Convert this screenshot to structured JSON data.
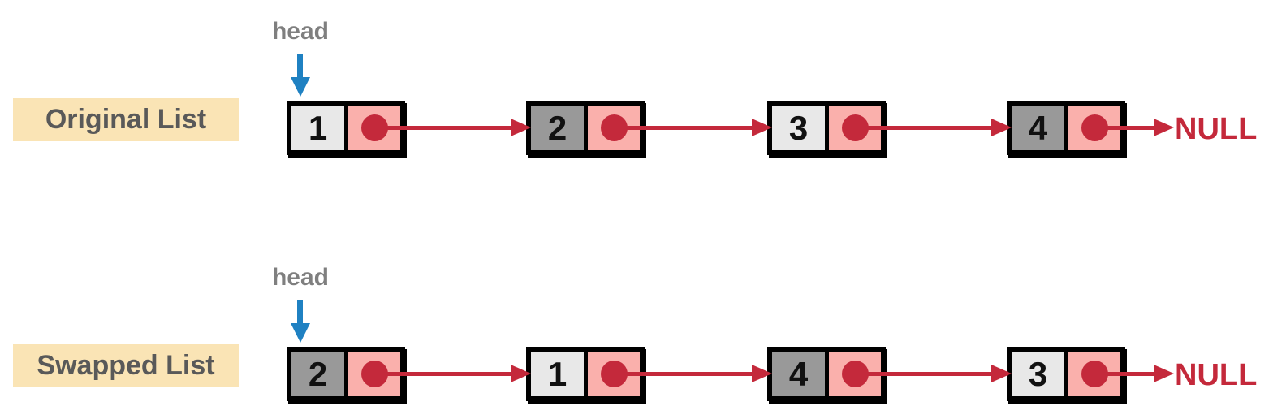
{
  "palette": {
    "label_bg": "#FAE4B5",
    "label_text": "#595959",
    "head_text": "#7F7F7F",
    "head_arrow_blue": "#1F81C2",
    "link_red": "#C4293B",
    "pointer_cell_pink": "#FAB0AC",
    "value_cell_light": "#E8E8E8",
    "value_cell_dark": "#999999",
    "node_border": "#000000"
  },
  "lists": [
    {
      "label": "Original List",
      "head_label": "head",
      "terminator": "NULL",
      "nodes": [
        {
          "value": "1",
          "shade": "light"
        },
        {
          "value": "2",
          "shade": "dark"
        },
        {
          "value": "3",
          "shade": "light"
        },
        {
          "value": "4",
          "shade": "dark"
        }
      ]
    },
    {
      "label": "Swapped List",
      "head_label": "head",
      "terminator": "NULL",
      "nodes": [
        {
          "value": "2",
          "shade": "dark"
        },
        {
          "value": "1",
          "shade": "light"
        },
        {
          "value": "4",
          "shade": "dark"
        },
        {
          "value": "3",
          "shade": "light"
        }
      ]
    }
  ]
}
